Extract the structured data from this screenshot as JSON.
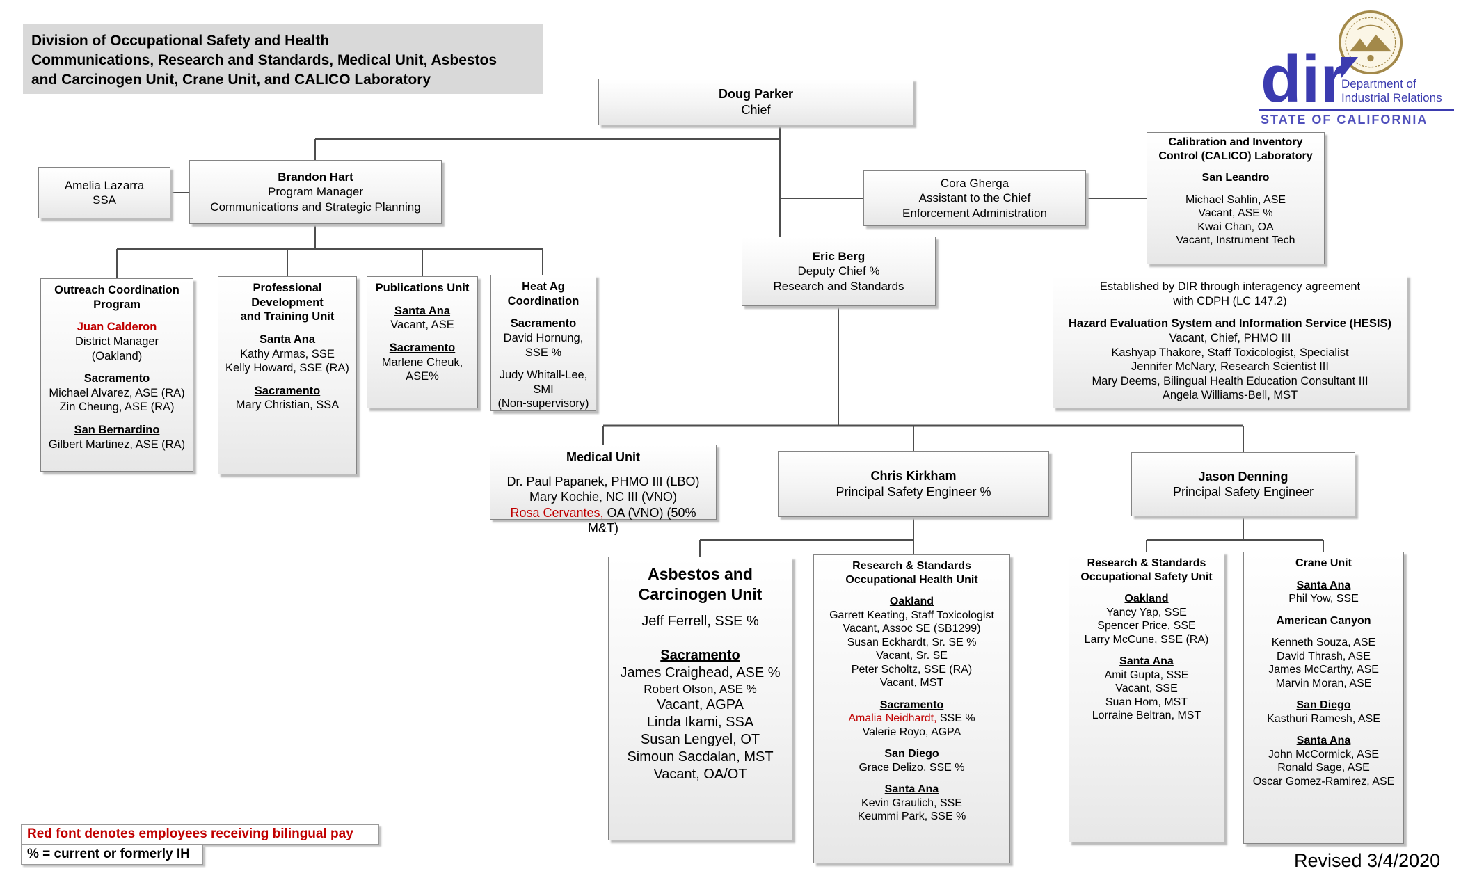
{
  "title": {
    "lines": [
      "Division of Occupational Safety and Health",
      "Communications, Research and Standards, Medical Unit, Asbestos",
      "and Carcinogen Unit, Crane Unit, and CALICO Laboratory"
    ]
  },
  "logo": {
    "acronym": "dir",
    "dept": [
      "Department of",
      "Industrial Relations"
    ],
    "state": "STATE OF CALIFORNIA",
    "blue": "#3b3baf",
    "gold": "#a3894a"
  },
  "legend": {
    "red_note": "Red font denotes employees receiving bilingual pay",
    "pct_note": "% = current or formerly IH"
  },
  "revised": "Revised 3/4/2020",
  "colors": {
    "red_text": "#c00000",
    "connector": "#4d4d4d",
    "title_bg": "#d9d9d9"
  },
  "boxes": {
    "doug_parker": {
      "lines": [
        {
          "t": "Doug Parker",
          "c": "b"
        },
        {
          "t": "Chief"
        }
      ]
    },
    "amelia": {
      "lines": [
        {
          "t": "Amelia Lazarra"
        },
        {
          "t": "SSA"
        }
      ]
    },
    "brandon": {
      "lines": [
        {
          "t": "Brandon Hart",
          "c": "b"
        },
        {
          "t": "Program Manager"
        },
        {
          "t": "Communications and Strategic Planning"
        }
      ]
    },
    "cora": {
      "lines": [
        {
          "t": "Cora Gherga"
        },
        {
          "t": "Assistant to the Chief"
        },
        {
          "t": "Enforcement Administration"
        }
      ]
    },
    "calico": {
      "lines": [
        {
          "t": "Calibration and Inventory",
          "c": "b"
        },
        {
          "t": "Control (CALICO) Laboratory",
          "c": "b"
        },
        {
          "c": "sp"
        },
        {
          "t": "San Leandro",
          "c": "b u"
        },
        {
          "c": "sp"
        },
        {
          "t": "Michael Sahlin, ASE"
        },
        {
          "t": "Vacant, ASE %"
        },
        {
          "t": "Kwai Chan, OA"
        },
        {
          "t": "Vacant, Instrument Tech"
        }
      ]
    },
    "eric": {
      "lines": [
        {
          "t": "Eric Berg",
          "c": "b"
        },
        {
          "t": "Deputy Chief %"
        },
        {
          "t": "Research and Standards"
        }
      ]
    },
    "hesis": {
      "lines": [
        {
          "t": "Established by DIR through interagency agreement"
        },
        {
          "t": "with CDPH (LC 147.2)"
        },
        {
          "c": "sp"
        },
        {
          "t": "Hazard Evaluation System and Information Service (HESIS)",
          "c": "b ws"
        },
        {
          "t": "Vacant, Chief, PHMO III"
        },
        {
          "t": "Kashyap Thakore, Staff Toxicologist, Specialist"
        },
        {
          "t": "Jennifer McNary, Research Scientist III"
        },
        {
          "t": "Mary Deems, Bilingual Health Education Consultant III"
        },
        {
          "t": "Angela Williams-Bell, MST"
        }
      ]
    },
    "outreach": {
      "lines": [
        {
          "t": "Outreach Coordination",
          "c": "b"
        },
        {
          "t": "Program",
          "c": "b"
        },
        {
          "c": "sp"
        },
        {
          "t": "Juan Calderon",
          "c": "b r"
        },
        {
          "t": "District Manager"
        },
        {
          "t": "(Oakland)"
        },
        {
          "c": "sp"
        },
        {
          "t": "Sacramento",
          "c": "b u"
        },
        {
          "t": "Michael Alvarez, ASE (RA)"
        },
        {
          "t": "Zin Cheung, ASE (RA)"
        },
        {
          "c": "sp"
        },
        {
          "t": "San Bernardino",
          "c": "b u"
        },
        {
          "t": "Gilbert Martinez, ASE (RA)"
        }
      ]
    },
    "profdev": {
      "lines": [
        {
          "t": "Professional",
          "c": "b"
        },
        {
          "t": "Development",
          "c": "b"
        },
        {
          "t": "and Training Unit",
          "c": "b"
        },
        {
          "c": "sp"
        },
        {
          "t": "Santa Ana",
          "c": "b u"
        },
        {
          "t": "Kathy Armas, SSE"
        },
        {
          "t": "Kelly Howard, SSE (RA)"
        },
        {
          "c": "sp"
        },
        {
          "t": "Sacramento",
          "c": "b u"
        },
        {
          "t": "Mary Christian, SSA"
        }
      ]
    },
    "publications": {
      "lines": [
        {
          "t": "Publications Unit",
          "c": "b"
        },
        {
          "c": "sp"
        },
        {
          "t": "Santa Ana",
          "c": "b u"
        },
        {
          "t": "Vacant, ASE"
        },
        {
          "c": "sp"
        },
        {
          "t": "Sacramento",
          "c": "b u"
        },
        {
          "t": "Marlene Cheuk,"
        },
        {
          "t": "ASE%"
        }
      ]
    },
    "heatag": {
      "lines": [
        {
          "t": "Heat Ag",
          "c": "b"
        },
        {
          "t": "Coordination",
          "c": "b"
        },
        {
          "c": "sp"
        },
        {
          "t": "Sacramento",
          "c": "b u"
        },
        {
          "t": "David Hornung, SSE %"
        },
        {
          "c": "sp"
        },
        {
          "t": "Judy Whitall-Lee, SMI"
        },
        {
          "t": "(Non-supervisory)"
        }
      ]
    },
    "medical": {
      "lines": [
        {
          "t": "Medical Unit",
          "c": "b"
        },
        {
          "c": "sp"
        },
        {
          "t": "Dr. Paul Papanek, PHMO III (LBO)"
        },
        {
          "t": "Mary Kochie, NC III (VNO)"
        },
        {
          "parts": [
            {
              "t": "Rosa Cervantes,",
              "c": "r"
            },
            {
              "t": " OA (VNO)  (50% M&T)"
            }
          ]
        }
      ]
    },
    "chris": {
      "lines": [
        {
          "t": "Chris Kirkham",
          "c": "b"
        },
        {
          "t": "Principal Safety Engineer %"
        }
      ]
    },
    "jason": {
      "lines": [
        {
          "t": "Jason Denning",
          "c": "b"
        },
        {
          "t": "Principal Safety Engineer"
        }
      ]
    },
    "asbestos": {
      "lines": [
        {
          "t": "Asbestos and",
          "c": "t"
        },
        {
          "t": "Carcinogen Unit",
          "c": "t"
        },
        {
          "c": "sp"
        },
        {
          "t": "Jeff Ferrell, SSE %",
          "c": "lg"
        },
        {
          "c": "sp"
        },
        {
          "c": "sp"
        },
        {
          "t": "Sacramento",
          "c": "b u lg"
        },
        {
          "t": "James Craighead, ASE %",
          "c": "lg"
        },
        {
          "t": "Robert Olson, ASE %"
        },
        {
          "t": "Vacant, AGPA",
          "c": "lg"
        },
        {
          "t": "Linda Ikami, SSA",
          "c": "lg"
        },
        {
          "t": "Susan Lengyel, OT",
          "c": "lg"
        },
        {
          "t": "Simoun Sacdalan, MST",
          "c": "lg"
        },
        {
          "t": "Vacant, OA/OT",
          "c": "lg"
        }
      ]
    },
    "health": {
      "lines": [
        {
          "t": "Research & Standards",
          "c": "b"
        },
        {
          "t": "Occupational Health Unit",
          "c": "b"
        },
        {
          "c": "sp"
        },
        {
          "t": "Oakland",
          "c": "b u"
        },
        {
          "t": "Garrett Keating, Staff Toxicologist"
        },
        {
          "t": "Vacant, Assoc SE (SB1299)"
        },
        {
          "t": "Susan Eckhardt, Sr. SE %"
        },
        {
          "t": "Vacant, Sr. SE"
        },
        {
          "t": "Peter Scholtz, SSE (RA)"
        },
        {
          "t": "Vacant, MST"
        },
        {
          "c": "sp"
        },
        {
          "t": "Sacramento",
          "c": "b u"
        },
        {
          "parts": [
            {
              "t": "Amalia Neidhardt,",
              "c": "r"
            },
            {
              "t": " SSE %"
            }
          ]
        },
        {
          "t": "Valerie Royo, AGPA"
        },
        {
          "c": "sp"
        },
        {
          "t": "San Diego",
          "c": "b u"
        },
        {
          "t": "Grace Delizo, SSE %"
        },
        {
          "c": "sp"
        },
        {
          "t": "Santa Ana",
          "c": "b u"
        },
        {
          "t": "Kevin Graulich, SSE"
        },
        {
          "t": "Keummi Park, SSE %"
        }
      ]
    },
    "safety": {
      "lines": [
        {
          "t": "Research & Standards",
          "c": "b"
        },
        {
          "t": "Occupational Safety Unit",
          "c": "b"
        },
        {
          "c": "sp"
        },
        {
          "t": "Oakland",
          "c": "b u"
        },
        {
          "t": "Yancy Yap, SSE"
        },
        {
          "t": "Spencer Price, SSE"
        },
        {
          "t": "Larry McCune, SSE (RA)"
        },
        {
          "c": "sp"
        },
        {
          "t": "Santa Ana",
          "c": "b u"
        },
        {
          "t": "Amit Gupta, SSE"
        },
        {
          "t": "Vacant, SSE"
        },
        {
          "t": "Suan Hom, MST"
        },
        {
          "t": "Lorraine Beltran, MST"
        }
      ]
    },
    "crane": {
      "lines": [
        {
          "t": "Crane Unit",
          "c": "b"
        },
        {
          "c": "sp"
        },
        {
          "t": "Santa Ana",
          "c": "b u"
        },
        {
          "t": "Phil Yow, SSE"
        },
        {
          "c": "sp"
        },
        {
          "t": "American Canyon",
          "c": "b u"
        },
        {
          "c": "sp"
        },
        {
          "t": "Kenneth Souza, ASE"
        },
        {
          "t": "David Thrash, ASE"
        },
        {
          "t": "James McCarthy, ASE"
        },
        {
          "t": "Marvin Moran, ASE"
        },
        {
          "c": "sp"
        },
        {
          "t": "San Diego",
          "c": "b u"
        },
        {
          "t": "Kasthuri Ramesh, ASE"
        },
        {
          "c": "sp"
        },
        {
          "t": "Santa Ana",
          "c": "b u"
        },
        {
          "t": "John McCormick, ASE"
        },
        {
          "t": "Ronald Sage, ASE"
        },
        {
          "t": "Oscar Gomez-Ramirez, ASE"
        }
      ]
    }
  }
}
